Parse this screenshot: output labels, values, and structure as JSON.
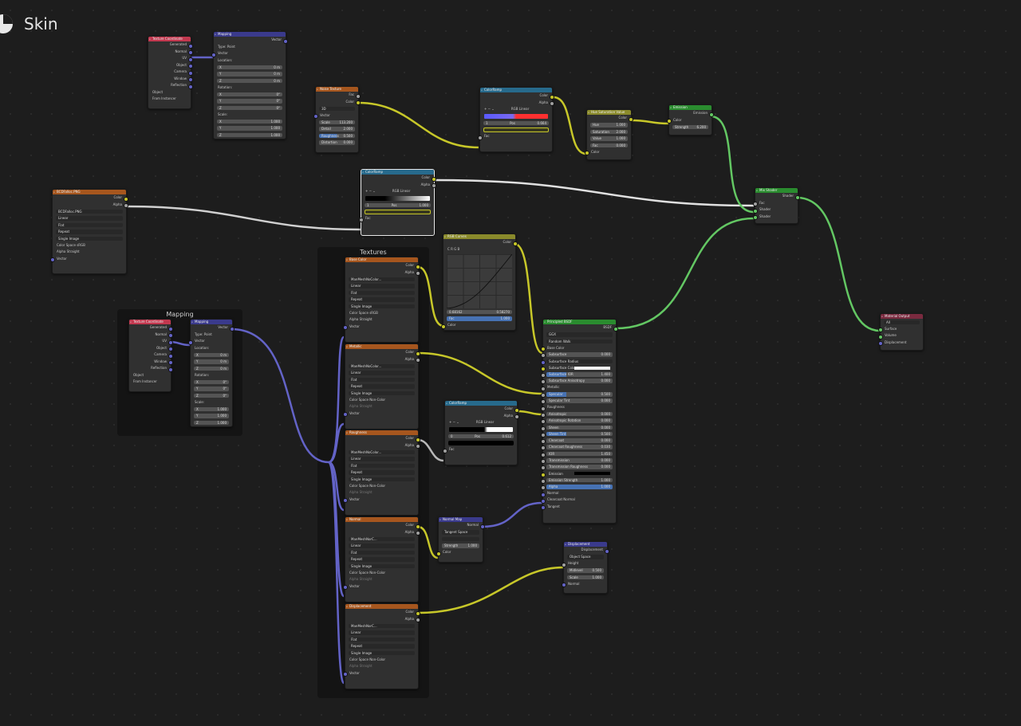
{
  "material_title": "Skin",
  "frames": {
    "textures": "Textures",
    "mapping": "Mapping"
  },
  "colors": {
    "input_header": "#c2384f",
    "vector_header": "#3a3a8c",
    "texture_header": "#a6561e",
    "converter_header": "#276a8c",
    "color_header": "#8a8a2b",
    "shader_header": "#2a8c2f",
    "output_header": "#7a2a3f",
    "wire_color": "#c7c729",
    "wire_vector": "#6363c7",
    "wire_shader": "#63c763",
    "wire_gray": "#b8b8b8"
  },
  "nodes": {
    "texcoord1": {
      "title": "Texture Coordinate",
      "outs": [
        "Generated",
        "Normal",
        "UV",
        "Object",
        "Camera",
        "Window",
        "Reflection"
      ],
      "object": "Object",
      "from_instancer": "From Instancer"
    },
    "mapping1": {
      "title": "Mapping",
      "out": "Vector",
      "type_label": "Type:",
      "type_value": "Point",
      "vector": "Vector",
      "location": "Location:",
      "loc": [
        "0 m",
        "0 m",
        "0 m"
      ],
      "rotation": "Rotation:",
      "rot": [
        "0°",
        "0°",
        "0°"
      ],
      "scale": "Scale:",
      "scl": [
        "1.000",
        "1.000",
        "1.000"
      ],
      "axes": [
        "X",
        "Y",
        "Z"
      ]
    },
    "noise": {
      "title": "Noise Texture",
      "outs": [
        "Fac",
        "Color"
      ],
      "dim": "3D",
      "vector": "Vector",
      "scale": [
        "Scale",
        "113.200"
      ],
      "detail": [
        "Detail",
        "2.000"
      ],
      "roughness": [
        "Roughness",
        "0.500"
      ],
      "distortion": [
        "Distortion",
        "0.000"
      ]
    },
    "ramp1": {
      "title": "ColorRamp",
      "outs": [
        "Color",
        "Alpha"
      ],
      "mode": "RGB",
      "interp": "Linear",
      "idx": "1",
      "pos_label": "Pos",
      "pos": "0.664",
      "fac": "Fac"
    },
    "hsv": {
      "title": "Hue Saturation Value",
      "out": "Color",
      "hue": [
        "Hue",
        "1.000"
      ],
      "sat": [
        "Saturation",
        "2.000"
      ],
      "val": [
        "Value",
        "1.000"
      ],
      "fac": [
        "Fac",
        "0.000"
      ],
      "color": "Color"
    },
    "emission": {
      "title": "Emission",
      "out": "Emission",
      "color": "Color",
      "strength": [
        "Strength",
        "6.200"
      ]
    },
    "img_bcd": {
      "title": "BCDFalloc.PNG",
      "outs": [
        "Color",
        "Alpha"
      ],
      "file": "BCDFalloc.PNG",
      "interp": "Linear",
      "proj": "Flat",
      "ext": "Repeat",
      "src": "Single Image",
      "cs_label": "Color Space",
      "cs": "sRGB",
      "alpha_label": "Alpha",
      "alpha": "Straight",
      "vector": "Vector"
    },
    "ramp2": {
      "title": "ColorRamp",
      "outs": [
        "Color",
        "Alpha"
      ],
      "mode": "RGB",
      "interp": "Linear",
      "idx": "1",
      "pos_label": "Pos",
      "pos": "1.000",
      "fac": "Fac"
    },
    "mixshader": {
      "title": "Mix Shader",
      "out": "Shader",
      "ins": [
        "Fac",
        "Shader",
        "Shader"
      ]
    },
    "curves": {
      "title": "RGB Curves",
      "out": "Color",
      "tabs": [
        "C",
        "R",
        "G",
        "B"
      ],
      "xy": [
        "0.68162",
        "0.58270"
      ],
      "fac": [
        "Fac",
        "1.000"
      ],
      "color": "Color"
    },
    "tex_base": {
      "title": "Base Color",
      "outs": [
        "Color",
        "Alpha"
      ],
      "file": "ManMeshNoColor...",
      "interp": "Linear",
      "proj": "Flat",
      "ext": "Repeat",
      "src": "Single Image",
      "cs_label": "Color Space",
      "cs": "sRGB",
      "alpha_label": "Alpha",
      "alpha": "Straight",
      "vector": "Vector"
    },
    "tex_metal": {
      "title": "Metallic",
      "outs": [
        "Color",
        "Alpha"
      ],
      "file": "ManMeshNoColor...",
      "interp": "Linear",
      "proj": "Flat",
      "ext": "Repeat",
      "src": "Single Image",
      "cs_label": "Color Space",
      "cs": "Non-Color",
      "alpha_label": "Alpha",
      "alpha": "Straight",
      "vector": "Vector"
    },
    "tex_rough": {
      "title": "Roughness",
      "outs": [
        "Color",
        "Alpha"
      ],
      "file": "ManMeshNoColor...",
      "interp": "Linear",
      "proj": "Flat",
      "ext": "Repeat",
      "src": "Single Image",
      "cs_label": "Color Space",
      "cs": "Non-Color",
      "alpha_label": "Alpha",
      "alpha": "Straight",
      "vector": "Vector"
    },
    "tex_normal": {
      "title": "Normal",
      "outs": [
        "Color",
        "Alpha"
      ],
      "file": "ManMeshNorC...",
      "interp": "Linear",
      "proj": "Flat",
      "ext": "Repeat",
      "src": "Single Image",
      "cs_label": "Color Space",
      "cs": "Non-Color",
      "alpha_label": "Alpha",
      "alpha": "Straight",
      "vector": "Vector"
    },
    "tex_disp": {
      "title": "Displacement",
      "outs": [
        "Color",
        "Alpha"
      ],
      "file": "ManMeshNorC...",
      "interp": "Linear",
      "proj": "Flat",
      "ext": "Repeat",
      "src": "Single Image",
      "cs_label": "Color Space",
      "cs": "Non-Color",
      "alpha_label": "Alpha",
      "alpha": "Straight",
      "vector": "Vector"
    },
    "ramp3": {
      "title": "ColorRamp",
      "outs": [
        "Color",
        "Alpha"
      ],
      "mode": "RGB",
      "interp": "Linear",
      "idx": "0",
      "pos_label": "Pos",
      "pos": "0.612",
      "fac": "Fac"
    },
    "normalmap": {
      "title": "Normal Map",
      "out": "Normal",
      "space": "Tangent Space",
      "strength": [
        "Strength",
        "1.000"
      ],
      "color": "Color"
    },
    "bsdf": {
      "title": "Principled BSDF",
      "out": "BSDF",
      "dist": "GGX",
      "sss": "Random Walk",
      "rows": [
        [
          "Base Color",
          ""
        ],
        [
          "Subsurface",
          "0.000"
        ],
        [
          "Subsurface Radius",
          ""
        ],
        [
          "Subsurface Colo",
          ""
        ],
        [
          "Subsurface IOR",
          "1.400"
        ],
        [
          "Subsurface Anisotropy",
          "0.000"
        ],
        [
          "Metallic",
          ""
        ],
        [
          "Specular",
          "0.500"
        ],
        [
          "Specular Tint",
          "0.000"
        ],
        [
          "Roughness",
          ""
        ],
        [
          "Anisotropic",
          "0.000"
        ],
        [
          "Anisotropic Rotation",
          "0.000"
        ],
        [
          "Sheen",
          "0.000"
        ],
        [
          "Sheen Tint",
          "0.500"
        ],
        [
          "Clearcoat",
          "0.000"
        ],
        [
          "Clearcoat Roughness",
          "0.030"
        ],
        [
          "IOR",
          "1.450"
        ],
        [
          "Transmission",
          "0.000"
        ],
        [
          "Transmission Roughness",
          "0.000"
        ],
        [
          "Emission",
          ""
        ],
        [
          "Emission Strength",
          "1.000"
        ],
        [
          "Alpha",
          "1.000"
        ],
        [
          "Normal",
          ""
        ],
        [
          "Clearcoat Normal",
          ""
        ],
        [
          "Tangent",
          ""
        ]
      ]
    },
    "texcoord2": {
      "title": "Texture Coordinate",
      "outs": [
        "Generated",
        "Normal",
        "UV",
        "Object",
        "Camera",
        "Window",
        "Reflection"
      ],
      "object": "Object",
      "from_instancer": "From Instancer"
    },
    "mapping2": {
      "title": "Mapping",
      "out": "Vector",
      "type_label": "Type:",
      "type_value": "Point",
      "vector": "Vector",
      "location": "Location:",
      "loc": [
        "0 m",
        "0 m",
        "0 m"
      ],
      "rotation": "Rotation:",
      "rot": [
        "0°",
        "0°",
        "0°"
      ],
      "scale": "Scale:",
      "scl": [
        "1.000",
        "1.000",
        "1.000"
      ],
      "axes": [
        "X",
        "Y",
        "Z"
      ]
    },
    "displacement": {
      "title": "Displacement",
      "out": "Displacement",
      "space": "Object Space",
      "height": "Height",
      "midlevel": [
        "Midlevel",
        "0.500"
      ],
      "scale": [
        "Scale",
        "1.000"
      ],
      "normal": "Normal"
    },
    "output": {
      "title": "Material Output",
      "target": "All",
      "ins": [
        "Surface",
        "Volume",
        "Displacement"
      ]
    }
  }
}
